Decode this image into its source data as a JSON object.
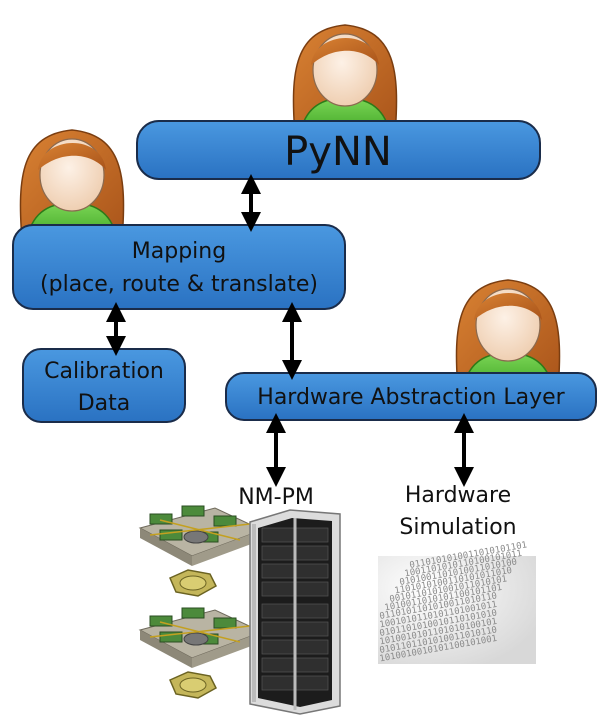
{
  "layers": {
    "pynn": "PyNN",
    "mapping_line1": "Mapping",
    "mapping_line2": "(place, route & translate)",
    "calibration_line1": "Calibration",
    "calibration_line2": "Data",
    "hal": "Hardware Abstraction Layer"
  },
  "backends": {
    "nmpm": "NM-PM",
    "hwsim_line1": "Hardware",
    "hwsim_line2": "Simulation"
  },
  "binary_rows": [
    "0110101010011010101101",
    "1001101010110100101011",
    "0101001101010011010100",
    "1101010100110101011010",
    "0010110101001011010101",
    "1010011010101100101101",
    "0110101101010011010110",
    "1001010110101101001011",
    "0101101010010110101010",
    "1010010101101010100101",
    "0101101101010011010110",
    "1010010010101100101001"
  ],
  "colors": {
    "box_fill": "#2f7fd0",
    "box_stroke": "#1a2c4a",
    "skin": "#f4ddc8",
    "hair": "#c86a1e",
    "shirt": "#5cc23a"
  }
}
